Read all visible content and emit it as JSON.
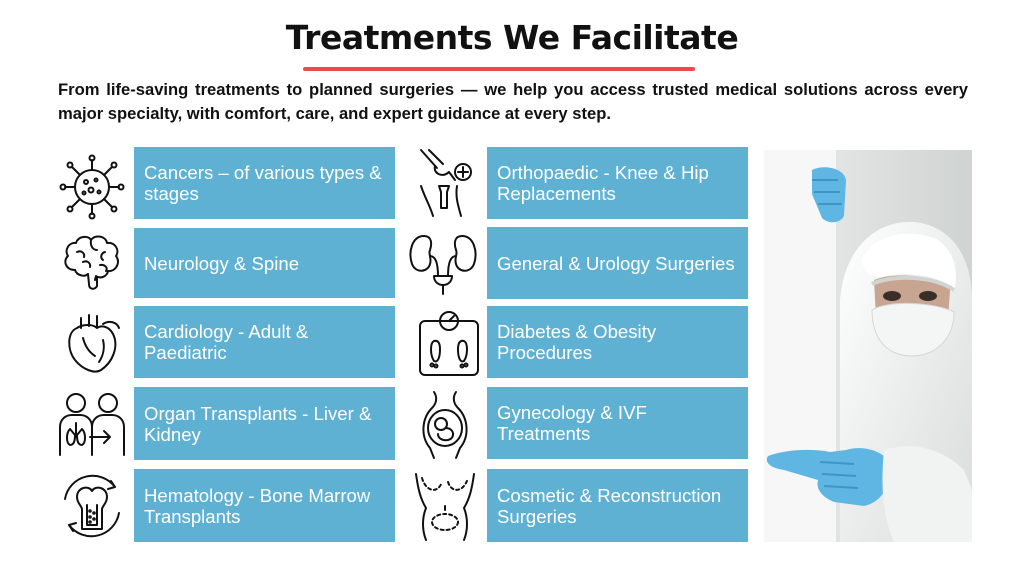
{
  "header": {
    "title": "Treatments We Facilitate",
    "subtitle": "From life-saving treatments to planned surgeries — we help you access trusted medical solutions across every major specialty, with comfort, care, and expert guidance at every step."
  },
  "colors": {
    "card_background": "#5fb1d3",
    "accent_underline": "#f0484d",
    "card_text": "#ffffff"
  },
  "left_column": [
    {
      "label": "Cancers – of various types & stages",
      "icon": "virus-cell-icon"
    },
    {
      "label": "Neurology & Spine",
      "icon": "brain-icon"
    },
    {
      "label": "Cardiology - Adult & Paediatric",
      "icon": "heart-icon"
    },
    {
      "label": "Organ Transplants - Liver & Kidney",
      "icon": "organ-donation-icon"
    },
    {
      "label": "Hematology  - Bone Marrow Transplants",
      "icon": "bone-marrow-icon"
    }
  ],
  "right_column": [
    {
      "label": "Orthopaedic - Knee & Hip Replacements",
      "icon": "knee-joint-icon"
    },
    {
      "label": "General & Urology Surgeries",
      "icon": "kidneys-icon"
    },
    {
      "label": "Diabetes & Obesity Procedures",
      "icon": "weighing-scale-icon"
    },
    {
      "label": "Gynecology & IVF Treatments",
      "icon": "pregnancy-icon"
    },
    {
      "label": "Cosmetic & Reconstruction Surgeries",
      "icon": "body-contour-icon"
    }
  ],
  "photo": {
    "subject": "doctor-in-protective-suit-pointing"
  }
}
